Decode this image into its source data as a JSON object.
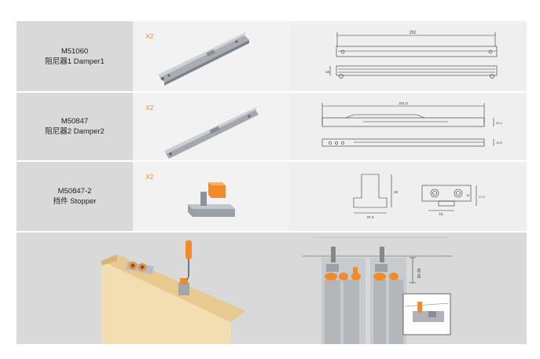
{
  "rows": [
    {
      "code": "M51060",
      "name": "阻尼器1 Damper1",
      "qty": "X2",
      "drawing": {
        "length": "252",
        "height": "16"
      }
    },
    {
      "code": "M50847",
      "name": "阻尼器2 Damper2",
      "qty": "X2",
      "drawing": {
        "length": "221.0",
        "height_a": "22.2",
        "height_b": "10.5"
      }
    },
    {
      "code": "M50847-2",
      "name": "挡件 Stopper",
      "qty": "X2",
      "drawing": {
        "width_side": "37.3",
        "height_side": "23",
        "width_front": "15",
        "dim_a": "10",
        "dim_b": "17.2"
      }
    }
  ],
  "install": {
    "drop_dim": "30-35"
  }
}
